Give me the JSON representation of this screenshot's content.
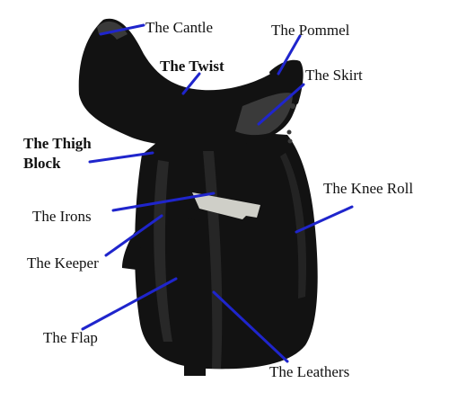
{
  "diagram": {
    "colors": {
      "line": "#1f25cc",
      "saddle": "#121212",
      "saddle_highlight": "#3a3a3a",
      "iron": "#cfcfc8",
      "background": "#ffffff"
    },
    "labels": {
      "cantle": "The Cantle",
      "pommel": "The Pommel",
      "twist": "The Twist",
      "skirt": "The Skirt",
      "thigh_block_line1": "The Thigh",
      "thigh_block_line2": "Block",
      "knee_roll": "The Knee Roll",
      "irons": "The Irons",
      "keeper": "The Keeper",
      "flap": "The Flap",
      "leathers": "The Leathers"
    }
  }
}
